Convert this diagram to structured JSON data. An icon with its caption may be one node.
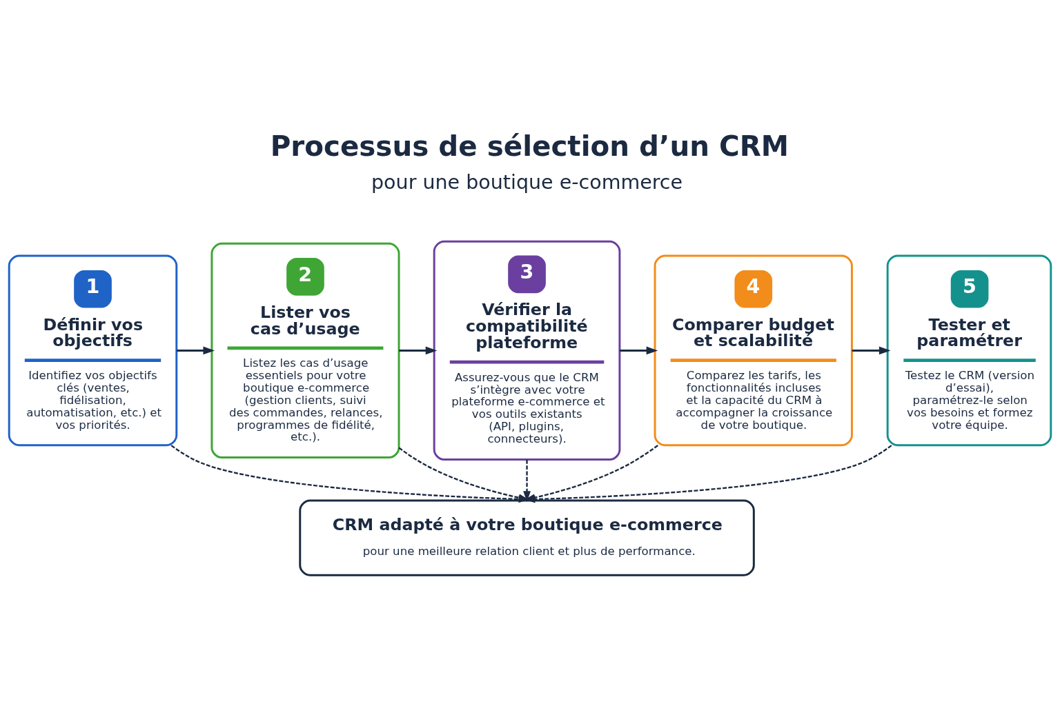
{
  "diagram": {
    "title": "Processus de sélection d’un CRM",
    "nodes": [
      {
        "text": [
          "1",
          "Définir vos objectifs",
          "Identifiez vos objectifs clés (ventes, fidélisation, automatisation, etc.) et vos priorités."
        ]
      },
      {
        "text": [
          "2",
          "Lister vos cas d’usage",
          "Listez les cas d’usage essentiels pour votre boutique e-commerce (gestion clients, suivi des commandes, relances, programmes de fidélité, etc.)."
        ]
      },
      {
        "text": [
          "3",
          "Vérifier la compatibilité plateforme",
          "Assurez-vous que le CRM s’intègre avec votre plateforme e-commerce et vos outils existants (API, plugins, connecteurs)."
        ]
      },
      {
        "text": [
          "4",
          "Comparer budget et scalabilité",
          "Comparez les tarifs, les fonctionnalités incluses et la capacité du CRM à accompagner la croissance de votre boutique."
        ]
      },
      {
        "text": [
          "5",
          "Tester et paramétrer",
          "Testez le CRM (version d’essai), paramétrez-le selon vos besoins et formez votre équipe."
        ]
      },
      {
        "text": [
          "CRM adapté à votre boutique e-commerce",
          "pour une meilleure relation client et plus de performance."
        ]
      }
    ],
    "edges": [
      {
        "from": 0,
        "to": 1,
        "arrow": "to"
      },
      {
        "from": 1,
        "to": 2,
        "arrow": "to"
      },
      {
        "from": 2,
        "to": 3,
        "arrow": "to"
      },
      {
        "from": 3,
        "to": 4,
        "arrow": "to"
      },
      {
        "from": 0,
        "to": 5,
        "arrow": "to",
        "style": "dashed"
      },
      {
        "from": 1,
        "to": 5,
        "arrow": "to",
        "style": "dashed"
      },
      {
        "from": 2,
        "to": 5,
        "arrow": "to",
        "style": "dashed"
      },
      {
        "from": 3,
        "to": 5,
        "arrow": "to",
        "style": "dashed"
      },
      {
        "from": 4,
        "to": 5,
        "arrow": "to",
        "style": "dashed"
      }
    ],
    "labels": [
      "pour une boutique e-commerce"
    ]
  }
}
